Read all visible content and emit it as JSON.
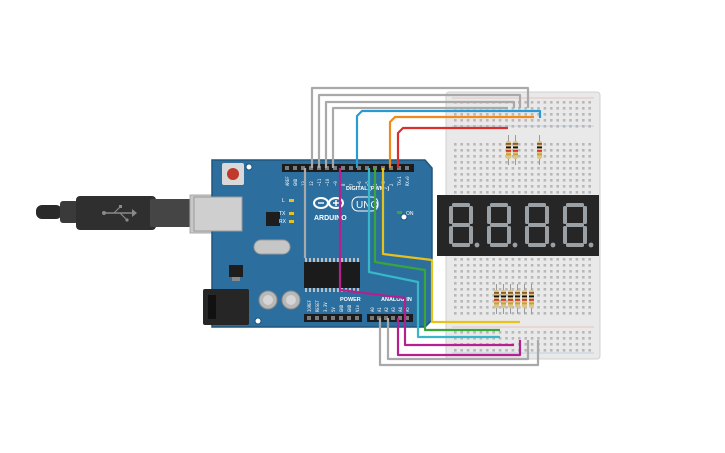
{
  "board": {
    "brand_label": "ARDUINO",
    "model_label": "UNO",
    "digital_header_label": "DIGITAL (PWM~)",
    "power_header_label": "POWER",
    "analog_header_label": "ANALOG IN",
    "on_label": "ON",
    "led_labels": [
      "L",
      "TX",
      "RX"
    ],
    "top_pin_labels": [
      "AREF",
      "GND",
      "13",
      "12",
      "~11",
      "~10",
      "~9",
      "8",
      "7",
      "~6",
      "~5",
      "4",
      "~3",
      "2",
      "TX▸1",
      "RX◂0"
    ],
    "power_pin_labels": [
      "IOREF",
      "RESET",
      "3.3V",
      "5V",
      "GND",
      "GND",
      "Vin"
    ],
    "analog_pin_labels": [
      "A0",
      "A1",
      "A2",
      "A3",
      "A4",
      "A5"
    ]
  },
  "display": {
    "digit_count": 4,
    "shown_digits": [
      "8.",
      "8.",
      "8.",
      "8."
    ]
  },
  "colors": {
    "board": "#2c6e9e",
    "board_dark": "#1f557c",
    "header": "#1c1c1c",
    "breadboard": "#e9e9e9",
    "display": "#262626",
    "segment_off": "#9aa0a4",
    "usb_cable": "#2a2a2a",
    "wire_gray": "#a9a9a9",
    "wire_blue": "#2a9bd2",
    "wire_orange": "#f08a1c",
    "wire_red": "#d6322b",
    "wire_yellow": "#e6c21a",
    "wire_green": "#3aa53a",
    "wire_cyan": "#38b7c9",
    "wire_magenta": "#b5208f",
    "resistor_body": "#d9c48b"
  }
}
